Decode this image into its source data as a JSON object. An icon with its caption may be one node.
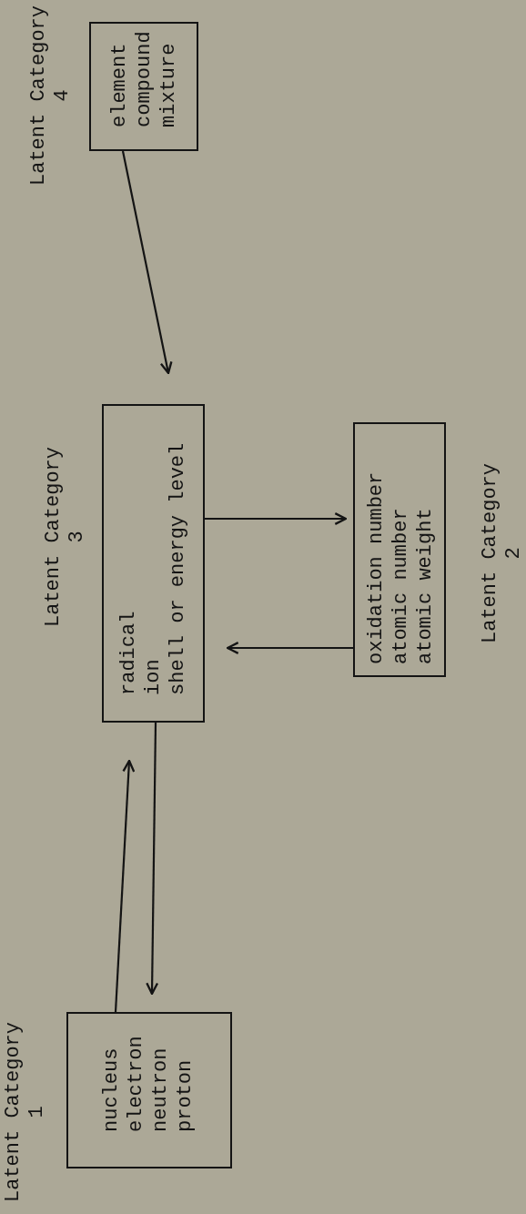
{
  "diagram": {
    "nodes": [
      {
        "text": [
          "nucleus",
          "electron",
          "neutron",
          "proton"
        ]
      },
      {
        "text": [
          "radical",
          "ion",
          "shell or energy level"
        ]
      },
      {
        "text": [
          "oxidation number",
          "atomic number",
          "atomic weight"
        ]
      },
      {
        "text": [
          "element",
          "compound",
          "mixture"
        ]
      }
    ],
    "edges": [
      {
        "from": 0,
        "to": 1,
        "arrow": "to"
      },
      {
        "from": 1,
        "to": 0,
        "arrow": "to"
      },
      {
        "from": 1,
        "to": 2,
        "arrow": "to"
      },
      {
        "from": 2,
        "to": 1,
        "arrow": "to"
      },
      {
        "from": 3,
        "to": 1,
        "arrow": "to"
      }
    ],
    "labels": [
      "Latent Category 1",
      "Latent Category 3",
      "Latent Category 4",
      "Latent Category 2"
    ]
  }
}
